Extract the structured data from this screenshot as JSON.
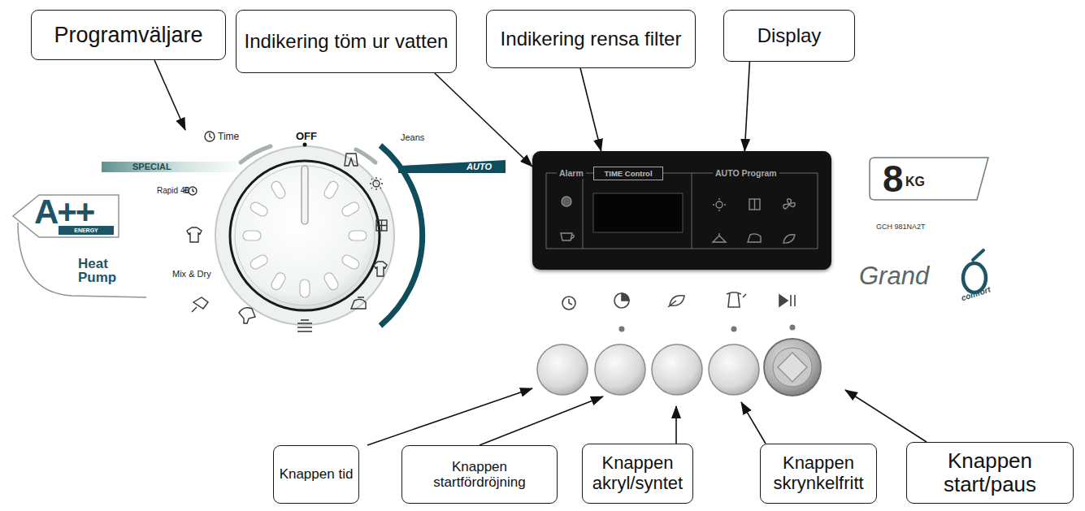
{
  "diagram": {
    "nodes": [
      {
        "text": [
          "Programväljare"
        ]
      },
      {
        "text": [
          "Indikering töm ur vatten"
        ]
      },
      {
        "text": [
          "Indikering rensa filter"
        ]
      },
      {
        "text": [
          "Display"
        ]
      },
      {
        "text": [
          "A++",
          "ENERGY",
          "Heat Pump"
        ]
      },
      {
        "text": [
          "SPECIAL"
        ]
      },
      {
        "text": [
          "AUTO"
        ]
      },
      {
        "text": [
          "Alarm",
          "AUTO Program"
        ]
      },
      {
        "text": [
          "TIME Control"
        ],
        "in": 7
      },
      {
        "text": [
          "8",
          "KG"
        ]
      },
      {
        "text": [
          "Knappen tid"
        ]
      },
      {
        "text": [
          "Knappen startfördröjning"
        ]
      },
      {
        "text": [
          "Knappen akryl/syntet"
        ]
      },
      {
        "text": [
          "Knappen skrynkelfritt"
        ]
      },
      {
        "text": [
          "Knappen start/paus"
        ]
      }
    ],
    "edges": [
      {
        "from": 1,
        "to": 7,
        "arrow": "to"
      },
      {
        "from": 2,
        "to": 7,
        "arrow": "to"
      },
      {
        "from": 3,
        "to": 7,
        "arrow": "to"
      }
    ],
    "labels": [
      "Time",
      "OFF",
      "Jeans",
      "Rapid 40",
      "Mix & Dry",
      "GCH 981NA2T",
      "Grand",
      "comfort"
    ]
  }
}
